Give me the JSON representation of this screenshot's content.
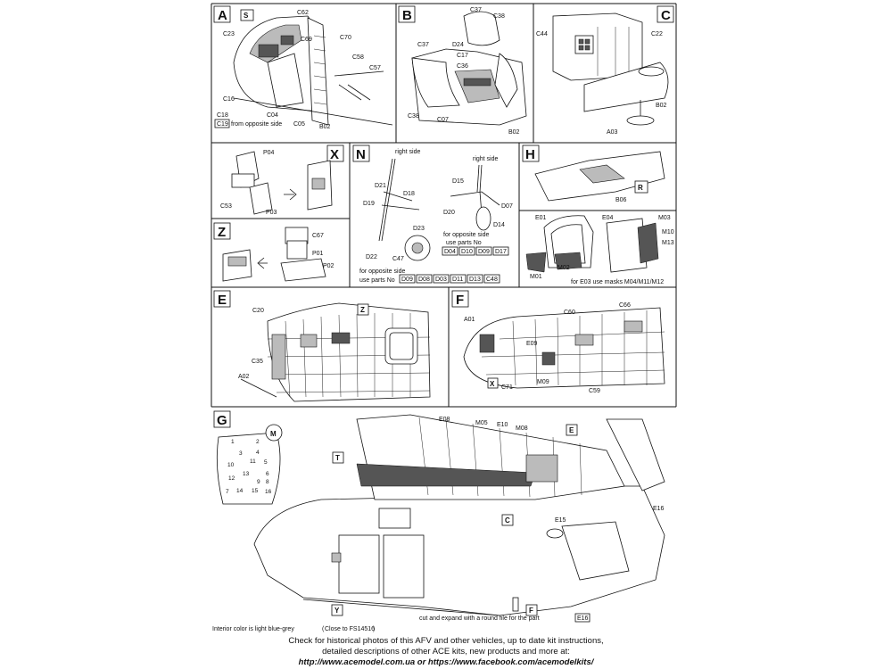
{
  "panels": {
    "A": {
      "letter": "A",
      "labels": [
        "S",
        "C62",
        "C23",
        "C69",
        "C70",
        "C58",
        "C57",
        "C16",
        "C18",
        "C19",
        "C04",
        "C05",
        "B02"
      ],
      "note_suffix": "from opposite side"
    },
    "B": {
      "letter": "B",
      "labels": [
        "C37",
        "C38",
        "C37",
        "D24",
        "C17",
        "C36",
        "C38",
        "C07",
        "B02"
      ]
    },
    "C": {
      "letter": "C",
      "labels": [
        "C44",
        "C22",
        "B02",
        "A03"
      ]
    },
    "X": {
      "letter": "X",
      "labels": [
        "P04",
        "C53",
        "P03"
      ]
    },
    "N": {
      "letter": "N",
      "labels": [
        "D21",
        "D18",
        "D19",
        "D23",
        "D22",
        "C47",
        "D15",
        "D20",
        "D14",
        "D07"
      ],
      "right_side": "right side",
      "opposite_note_1": "for opposite side",
      "opposite_note_2": "use parts No",
      "opposite_parts_right": [
        "D04",
        "D10",
        "D09",
        "D17"
      ],
      "opposite_parts_left": [
        "D09",
        "D08",
        "D03",
        "D11",
        "D13",
        "C48"
      ]
    },
    "H": {
      "letter": "H",
      "labels": [
        "B06",
        "R"
      ]
    },
    "Z": {
      "letter": "Z",
      "labels": [
        "C67",
        "P01",
        "P02"
      ]
    },
    "masks": {
      "labels": [
        "E01",
        "E04",
        "M03",
        "M10",
        "M13",
        "M02",
        "M01"
      ],
      "note": "for E03 use masks M04/M11/M12"
    },
    "E": {
      "letter": "E",
      "labels": [
        "C20",
        "Z",
        "C35",
        "A02"
      ]
    },
    "F": {
      "letter": "F",
      "labels": [
        "A01",
        "C60",
        "C66",
        "E09",
        "X",
        "C71",
        "M09",
        "C59"
      ]
    },
    "G": {
      "letter": "G",
      "labels": [
        "M",
        "T",
        "E08",
        "M05",
        "E10",
        "M08",
        "E",
        "C",
        "E16",
        "E15",
        "Y",
        "F"
      ],
      "mask_numbers": [
        "1",
        "2",
        "3",
        "4",
        "5",
        "6",
        "7",
        "8",
        "9",
        "10",
        "11",
        "12",
        "13",
        "14",
        "15",
        "16"
      ],
      "cut_note_prefix": "cut and expand with a round file for the part",
      "cut_part": "E16"
    }
  },
  "interior_note": {
    "text": "Interior color is light blue-grey",
    "ref": "Close to FS14516"
  },
  "footer": {
    "line1": "Check for historical photos of this AFV and other vehicles, up to date kit instructions,",
    "line2": "detailed descriptions of other ACE kits, new products and more at:",
    "line3": "http://www.acemodel.com.ua or https://www.facebook.com/acemodelkits/"
  }
}
